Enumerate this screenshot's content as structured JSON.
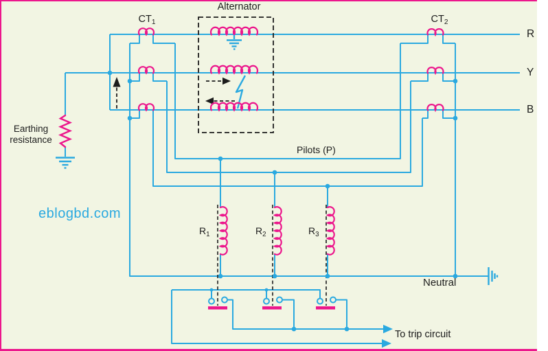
{
  "diagram": {
    "type": "circuit-schematic",
    "subject": "Differential protection of a star-connected alternator using two sets of current transformers, pilot wires, three relay coils and trip-circuit contacts",
    "labels": {
      "alternator": "Alternator",
      "ct1_base": "CT",
      "ct1_sub": "1",
      "ct2_base": "CT",
      "ct2_sub": "2",
      "phase_r": "R",
      "phase_y": "Y",
      "phase_b": "B",
      "earthing_line1": "Earthing",
      "earthing_line2": "resistance",
      "pilots": "Pilots (P)",
      "neutral": "Neutral",
      "to_trip_circuit": "To trip circuit",
      "watermark": "eblogbd.com"
    },
    "relays": [
      {
        "base": "R",
        "sub": "1"
      },
      {
        "base": "R",
        "sub": "2"
      },
      {
        "base": "R",
        "sub": "3"
      }
    ],
    "colors": {
      "wire": "#2aa9e0",
      "coil": "#ec168c",
      "background": "#f2f5e3",
      "text": "#1c1c1c",
      "dashed_black": "#1c1c1c",
      "border": "#ec168c",
      "watermark": "#2aa9e0"
    }
  }
}
